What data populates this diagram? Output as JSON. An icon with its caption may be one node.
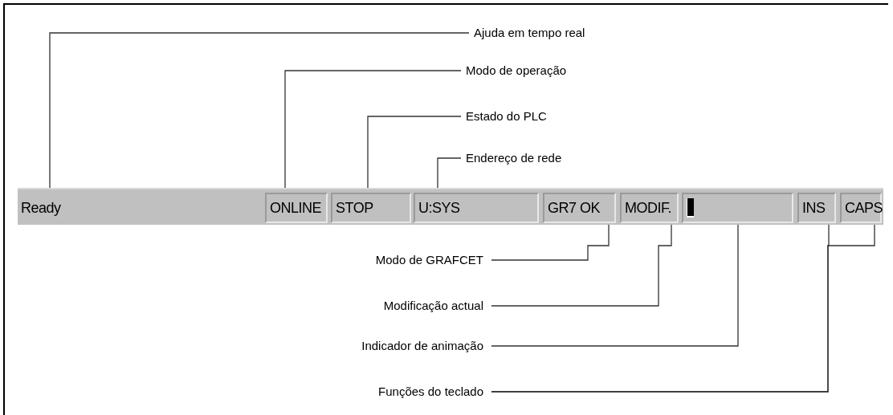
{
  "diagram": {
    "nodes": [
      {
        "text": [],
        "shape": "bar"
      },
      {
        "text": [
          "Ready"
        ],
        "in": 0
      },
      {
        "text": [
          "ONLINE"
        ],
        "in": 0
      },
      {
        "text": [
          "STOP"
        ],
        "in": 0
      },
      {
        "text": [
          "U:SYS"
        ],
        "in": 0
      },
      {
        "text": [
          "GR7 OK"
        ],
        "in": 0
      },
      {
        "text": [
          "MODIF."
        ],
        "in": 0
      },
      {
        "text": [],
        "shape": "box",
        "in": 0
      },
      {
        "text": [
          "INS"
        ],
        "in": 0
      },
      {
        "text": [
          "CAPS"
        ],
        "in": 0
      },
      {
        "text": [
          "Ajuda em tempo real"
        ]
      },
      {
        "text": [
          "Modo de operação"
        ]
      },
      {
        "text": [
          "Estado do PLC"
        ]
      },
      {
        "text": [
          "Endereço de rede"
        ]
      },
      {
        "text": [
          "Modo de GRAFCET"
        ]
      },
      {
        "text": [
          "Modificação actual"
        ]
      },
      {
        "text": [
          "Indicador de animação"
        ]
      },
      {
        "text": [
          "Funções do teclado"
        ]
      }
    ],
    "edges": [
      {
        "from": 10,
        "to": 1,
        "arrow": "none"
      },
      {
        "from": 11,
        "to": 2,
        "arrow": "none"
      },
      {
        "from": 12,
        "to": 3,
        "arrow": "none"
      },
      {
        "from": 13,
        "to": 4,
        "arrow": "none"
      },
      {
        "from": 14,
        "to": 5,
        "arrow": "none"
      },
      {
        "from": 15,
        "to": 6,
        "arrow": "none"
      },
      {
        "from": 16,
        "to": 7,
        "arrow": "none"
      },
      {
        "from": 17,
        "to": 8,
        "arrow": "none"
      },
      {
        "from": 17,
        "to": 9,
        "arrow": "none"
      }
    ]
  }
}
